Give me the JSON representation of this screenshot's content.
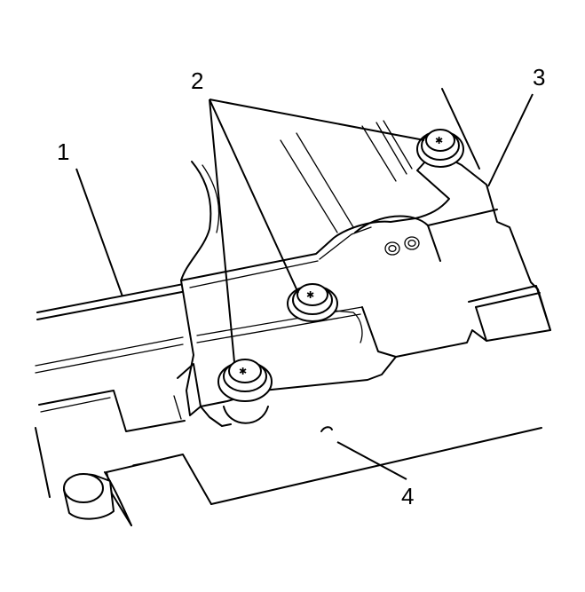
{
  "callouts": [
    {
      "id": "1",
      "label": "1",
      "part": "support-rail"
    },
    {
      "id": "2",
      "label": "2",
      "part": "fastener-bolts"
    },
    {
      "id": "3",
      "label": "3",
      "part": "bracket"
    },
    {
      "id": "4",
      "label": "4",
      "part": "panel-tab"
    }
  ],
  "colors": {
    "line": "#000000",
    "background": "#ffffff"
  }
}
